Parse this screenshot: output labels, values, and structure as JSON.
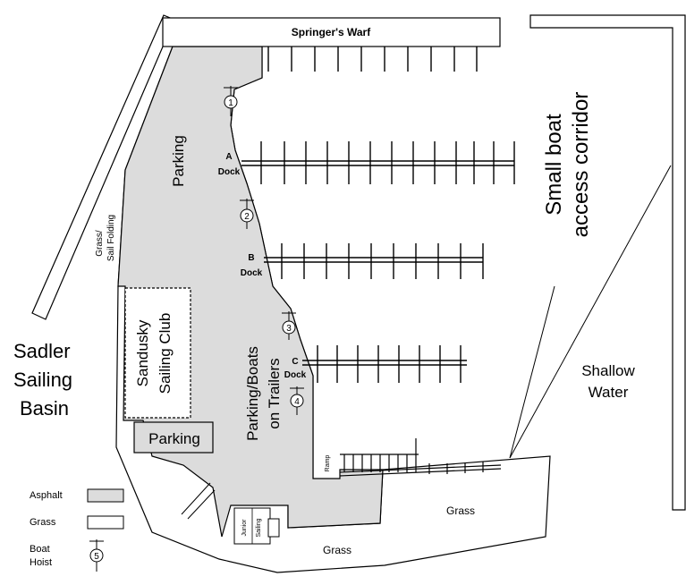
{
  "labels": {
    "springers_warf": "Springer's Warf",
    "small_boat_line1": "Small boat",
    "small_boat_line2": "access corridor",
    "parking_top": "Parking",
    "grass_sail_line1": "Grass/",
    "grass_sail_line2": "Sail Folding",
    "sadler_line1": "Sadler",
    "sadler_line2": "Sailing",
    "sadler_line3": "Basin",
    "club_line1": "Sandusky",
    "club_line2": "Sailing Club",
    "parking_lower": "Parking",
    "trailers_line1": "Parking/Boats",
    "trailers_line2": "on Trailers",
    "shallow_line1": "Shallow",
    "shallow_line2": "Water",
    "grass_right": "Grass",
    "grass_bottom": "Grass",
    "ramp": "Ramp",
    "junior_line1": "Junior",
    "junior_line2": "Sailing"
  },
  "docks": [
    {
      "letter": "A",
      "word": "Dock"
    },
    {
      "letter": "B",
      "word": "Dock"
    },
    {
      "letter": "C",
      "word": "Dock"
    }
  ],
  "hoists": [
    "1",
    "2",
    "3",
    "4"
  ],
  "legend": {
    "asphalt": "Asphalt",
    "grass": "Grass",
    "hoist_line1": "Boat",
    "hoist_line2": "Hoist",
    "hoist_number": "5"
  },
  "colors": {
    "asphalt": "#dcdcdc",
    "grass": "#ffffff",
    "line": "#000000"
  }
}
